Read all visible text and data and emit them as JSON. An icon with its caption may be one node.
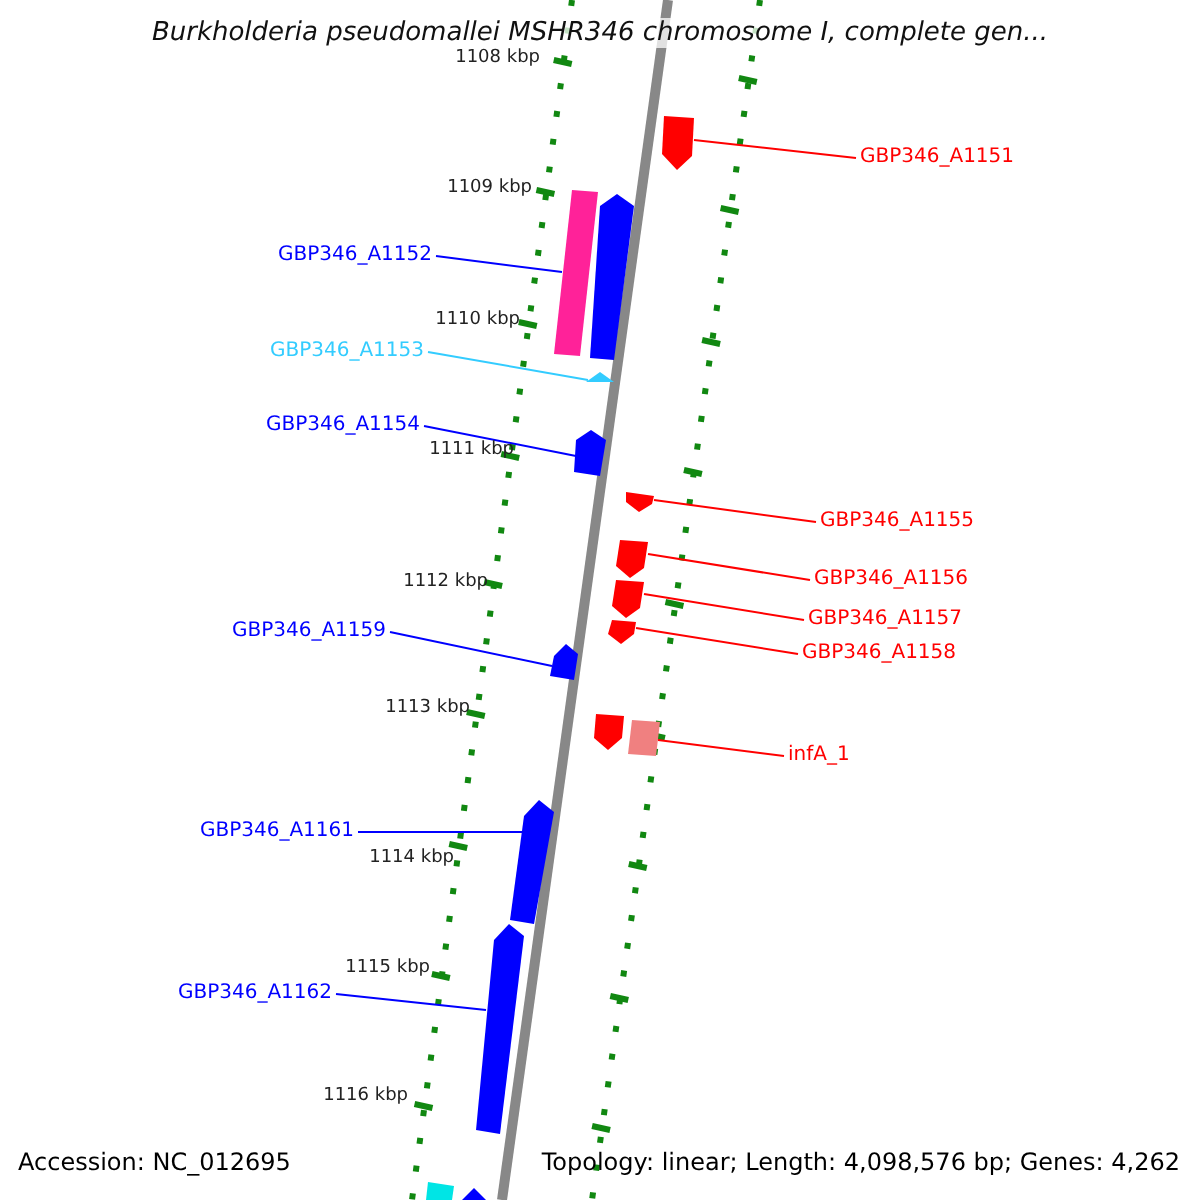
{
  "diagram": {
    "title": "Burkholderia pseudomallei MSHR346 chromosome I, complete gen...",
    "nodes": [
      {
        "text": [
          "GBP346_A1151"
        ]
      },
      {
        "text": [],
        "shape": "pentagon"
      },
      {
        "text": [
          "GBP346_A1152"
        ]
      },
      {
        "text": [],
        "shape": "bar"
      },
      {
        "text": [],
        "shape": "pentagon"
      },
      {
        "text": [
          "GBP346_A1153"
        ]
      },
      {
        "text": [],
        "shape": "triangle"
      },
      {
        "text": [
          "GBP346_A1154"
        ]
      },
      {
        "text": [],
        "shape": "pentagon"
      },
      {
        "text": [
          "GBP346_A1155"
        ]
      },
      {
        "text": [],
        "shape": "pentagon"
      },
      {
        "text": [
          "GBP346_A1156"
        ]
      },
      {
        "text": [],
        "shape": "pentagon"
      },
      {
        "text": [
          "GBP346_A1157"
        ]
      },
      {
        "text": [],
        "shape": "pentagon"
      },
      {
        "text": [
          "GBP346_A1158"
        ]
      },
      {
        "text": [],
        "shape": "pentagon"
      },
      {
        "text": [
          "GBP346_A1159"
        ]
      },
      {
        "text": [],
        "shape": "pentagon"
      },
      {
        "text": [],
        "shape": "pentagon"
      },
      {
        "text": [
          "infA_1"
        ]
      },
      {
        "text": [],
        "shape": "box"
      },
      {
        "text": [
          "GBP346_A1161"
        ]
      },
      {
        "text": [],
        "shape": "pentagon"
      },
      {
        "text": [
          "GBP346_A1162"
        ]
      },
      {
        "text": [],
        "shape": "pentagon"
      },
      {
        "text": [],
        "shape": "box"
      },
      {
        "text": [],
        "shape": "pentagon"
      }
    ],
    "edges": [
      {
        "from": 0,
        "to": 1,
        "arrow": "none"
      },
      {
        "from": 2,
        "to": 3,
        "arrow": "none",
        "color": "#0000ff"
      },
      {
        "from": 5,
        "to": 6,
        "arrow": "none",
        "color": "#33ccff"
      },
      {
        "from": 7,
        "to": 8,
        "arrow": "none",
        "color": "#0000ff"
      },
      {
        "from": 9,
        "to": 10,
        "arrow": "none"
      },
      {
        "from": 11,
        "to": 12,
        "arrow": "none"
      },
      {
        "from": 13,
        "to": 14,
        "arrow": "none"
      },
      {
        "from": 15,
        "to": 16,
        "arrow": "none"
      },
      {
        "from": 17,
        "to": 18,
        "arrow": "none",
        "color": "#0000ff"
      },
      {
        "from": 20,
        "to": 21,
        "arrow": "none"
      },
      {
        "from": 22,
        "to": 23,
        "arrow": "none",
        "color": "#0000ff"
      },
      {
        "from": 24,
        "to": 25,
        "arrow": "none",
        "color": "#0000ff"
      }
    ],
    "labels": [
      "1108 kbp",
      "1109 kbp",
      "1110 kbp",
      "1111 kbp",
      "1112 kbp",
      "1113 kbp",
      "1114 kbp",
      "1115 kbp",
      "1116 kbp",
      "Accession: NC_012695",
      "Topology: linear; Length: 4,098,576 bp; Genes: 4,262"
    ]
  }
}
